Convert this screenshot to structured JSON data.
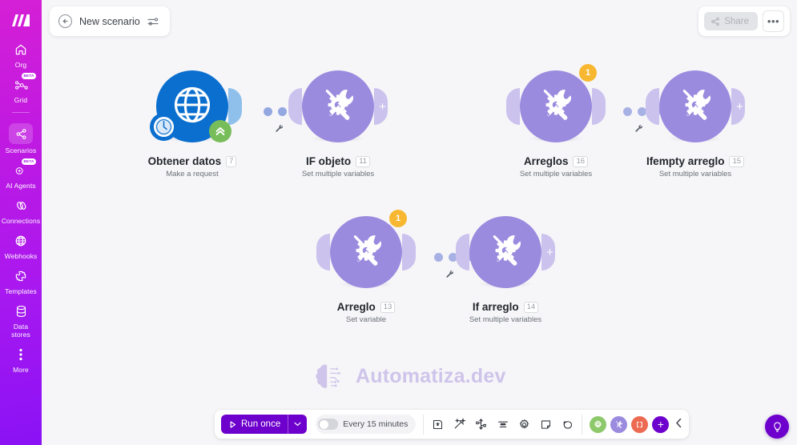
{
  "sidebar": {
    "logo": "make-logo",
    "items": [
      {
        "label": "Org",
        "icon": "home-icon",
        "beta": null,
        "active": false
      },
      {
        "label": "Grid",
        "icon": "grid-nodes-icon",
        "beta": "BETA",
        "active": false
      },
      {
        "label": "Scenarios",
        "icon": "scenarios-share-icon",
        "beta": null,
        "active": true
      },
      {
        "label": "AI Agents",
        "icon": "ai-agent-icon",
        "beta": "BETA",
        "active": false
      },
      {
        "label": "Connections",
        "icon": "connections-link-icon",
        "beta": null,
        "active": false
      },
      {
        "label": "Webhooks",
        "icon": "webhooks-globe-icon",
        "beta": null,
        "active": false
      },
      {
        "label": "Templates",
        "icon": "templates-puzzle-icon",
        "beta": null,
        "active": false
      },
      {
        "label": "Data\nstores",
        "label_line1": "Data",
        "label_line2": "stores",
        "icon": "data-store-icon",
        "beta": null,
        "active": false
      },
      {
        "label": "More",
        "icon": "more-vertical-icon",
        "beta": null,
        "active": false
      }
    ]
  },
  "topbar": {
    "back_icon": "back-arrow-icon",
    "scenario_name": "New scenario",
    "settings_icon": "sliders-icon",
    "share_label": "Share",
    "share_icon": "share-nodes-icon",
    "more_label": "•••"
  },
  "canvas": {
    "modules": [
      {
        "title": "Obtener datos",
        "number": "7",
        "subtitle": "Make a request",
        "icon": "globe-http-icon",
        "color": "#0b6fcf",
        "badge_clock": "clock-icon",
        "badge_up": "double-chevron-up-icon",
        "warn_badge": null,
        "has_plus": false
      },
      {
        "title": "IF objeto",
        "number": "11",
        "subtitle": "Set multiple variables",
        "icon": "tools-variables-icon",
        "color": "#9b8bdf",
        "warn_badge": null,
        "has_plus": true
      },
      {
        "title": "Arreglos",
        "number": "16",
        "subtitle": "Set multiple variables",
        "icon": "tools-variables-icon",
        "color": "#9b8bdf",
        "warn_badge": "1",
        "has_plus": false
      },
      {
        "title": "Ifempty arreglo",
        "number": "15",
        "subtitle": "Set multiple variables",
        "icon": "tools-variables-icon",
        "color": "#9b8bdf",
        "warn_badge": null,
        "has_plus": true
      },
      {
        "title": "Arreglo",
        "number": "13",
        "subtitle": "Set variable",
        "icon": "tools-variables-icon",
        "color": "#9b8bdf",
        "warn_badge": "1",
        "has_plus": false
      },
      {
        "title": "If arreglo",
        "number": "14",
        "subtitle": "Set multiple variables",
        "icon": "tools-variables-icon",
        "color": "#9b8bdf",
        "warn_badge": null,
        "has_plus": true
      }
    ],
    "watermark_text": "Automatiza.dev",
    "watermark_icon": "brain-circuit-icon",
    "watermark_color": "#cfc4ea"
  },
  "toolbar": {
    "run_label": "Run once",
    "run_icon": "play-icon",
    "run_caret_icon": "chevron-down-icon",
    "schedule_label": "Every 15 minutes",
    "schedule_enabled": false,
    "icons": [
      {
        "name": "save-icon"
      },
      {
        "name": "auto-align-icon"
      },
      {
        "name": "explore-flow-icon"
      },
      {
        "name": "align-icon"
      },
      {
        "name": "settings-gear-icon"
      },
      {
        "name": "notes-icon"
      },
      {
        "name": "undo-icon"
      }
    ],
    "circles": [
      {
        "name": "connections-status-icon",
        "color": "#8dc96a",
        "label": ""
      },
      {
        "name": "tools-status-icon",
        "color": "#9b8bdf",
        "label": ""
      },
      {
        "name": "errors-status-icon",
        "color": "#ec6a52",
        "label": ""
      },
      {
        "name": "add-module-button",
        "color": "#6d00cc",
        "label": "+"
      }
    ],
    "collapse_icon": "chevron-left-icon"
  },
  "help": {
    "icon": "lightbulb-icon",
    "color": "#6d00cc"
  }
}
